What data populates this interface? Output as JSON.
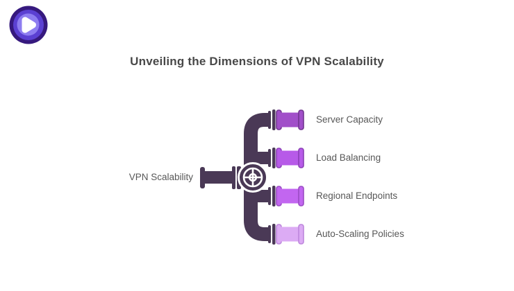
{
  "logo": {
    "alt": "PureVPN logo",
    "colors": {
      "outer": "#36197E",
      "mid": "#5B40D2",
      "inner": "#8E7DF0",
      "pick": "#FFFFFF"
    }
  },
  "title": {
    "text": "Unveiling the Dimensions of VPN Scalability",
    "color": "#484848"
  },
  "diagram": {
    "pipe_color": "#4A3956",
    "root": {
      "label": "VPN Scalability"
    },
    "branches": [
      {
        "label": "Server Capacity",
        "color": "#A14FC9"
      },
      {
        "label": "Load Balancing",
        "color": "#B75AE8"
      },
      {
        "label": "Regional Endpoints",
        "color": "#C266F0"
      },
      {
        "label": "Auto-Scaling Policies",
        "color": "#DCABF4"
      }
    ]
  }
}
